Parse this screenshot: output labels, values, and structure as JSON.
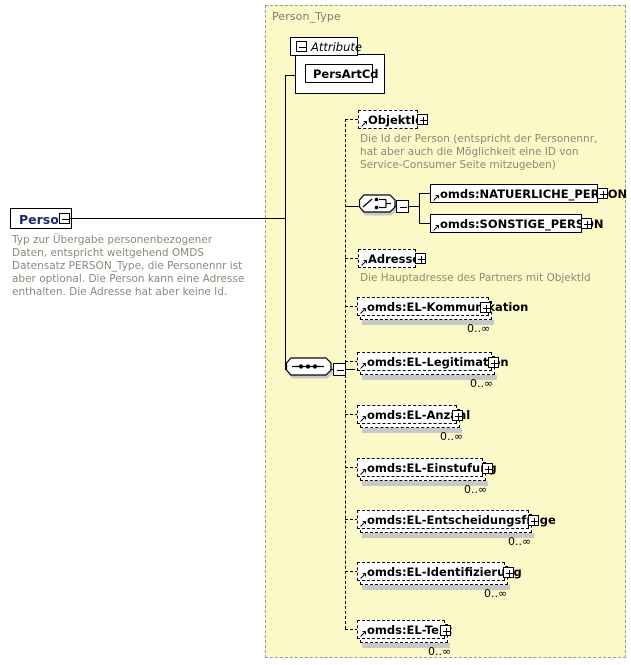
{
  "diagram": {
    "kind": "xsd-schema-diagram",
    "root": {
      "name": "Person",
      "expander": "minus-icon",
      "annotation": "Typ zur Übergabe personenbezogener Daten, entspricht weitgehend OMDS Datensatz PERSON_Type, die Personennr ist aber optional. Die Person kann eine Adresse enthalten. Die Adresse hat aber keine Id."
    },
    "type_panel": {
      "title": "Person_Type",
      "attribute_group": {
        "label": "Attribute",
        "expander": "minus-icon",
        "attributes": [
          {
            "name": "PersArtCd"
          }
        ]
      },
      "sequence": {
        "compositor": "sequence-icon",
        "expander": "minus-icon",
        "children": [
          {
            "name": "ObjektId",
            "expander": "plus-icon",
            "optional": true,
            "repeating": false,
            "annotation": "Die Id der Person (entspricht der Personennr, hat aber auch die Möglichkeit eine ID von Service-Consumer Seite mitzugeben)"
          },
          {
            "compositor": "choice-icon",
            "expander": "minus-icon",
            "children": [
              {
                "name": "omds:NATUERLICHE_PERSON",
                "expander": "plus-icon",
                "optional": false,
                "repeating": false
              },
              {
                "name": "omds:SONSTIGE_PERSON",
                "expander": "plus-icon",
                "optional": false,
                "repeating": false
              }
            ]
          },
          {
            "name": "Adresse",
            "expander": "plus-icon",
            "optional": true,
            "repeating": false,
            "annotation": "Die Hauptadresse des Partners mit ObjektId"
          },
          {
            "name": "omds:EL-Kommunikation",
            "expander": "plus-icon",
            "optional": true,
            "repeating": true,
            "occurrence": "0..∞"
          },
          {
            "name": "omds:EL-Legitimation",
            "expander": "plus-icon",
            "optional": true,
            "repeating": true,
            "occurrence": "0..∞"
          },
          {
            "name": "omds:EL-Anzahl",
            "expander": "plus-icon",
            "optional": true,
            "repeating": true,
            "occurrence": "0..∞"
          },
          {
            "name": "omds:EL-Einstufung",
            "expander": "plus-icon",
            "optional": true,
            "repeating": true,
            "occurrence": "0..∞"
          },
          {
            "name": "omds:EL-Entscheidungsfrage",
            "expander": "plus-icon",
            "optional": true,
            "repeating": true,
            "occurrence": "0..∞"
          },
          {
            "name": "omds:EL-Identifizierung",
            "expander": "plus-icon",
            "optional": true,
            "repeating": true,
            "occurrence": "0..∞"
          },
          {
            "name": "omds:EL-Text",
            "expander": "plus-icon",
            "optional": true,
            "repeating": true,
            "occurrence": "0..∞"
          }
        ]
      }
    },
    "colors": {
      "panel_background": "#fbf9c8",
      "panel_border": "#9a9a9a",
      "box_border": "#000000",
      "root_label": "#1b2a6b",
      "annotation_text": "#8a8a7a",
      "shadow": "#c8c8c8"
    }
  }
}
